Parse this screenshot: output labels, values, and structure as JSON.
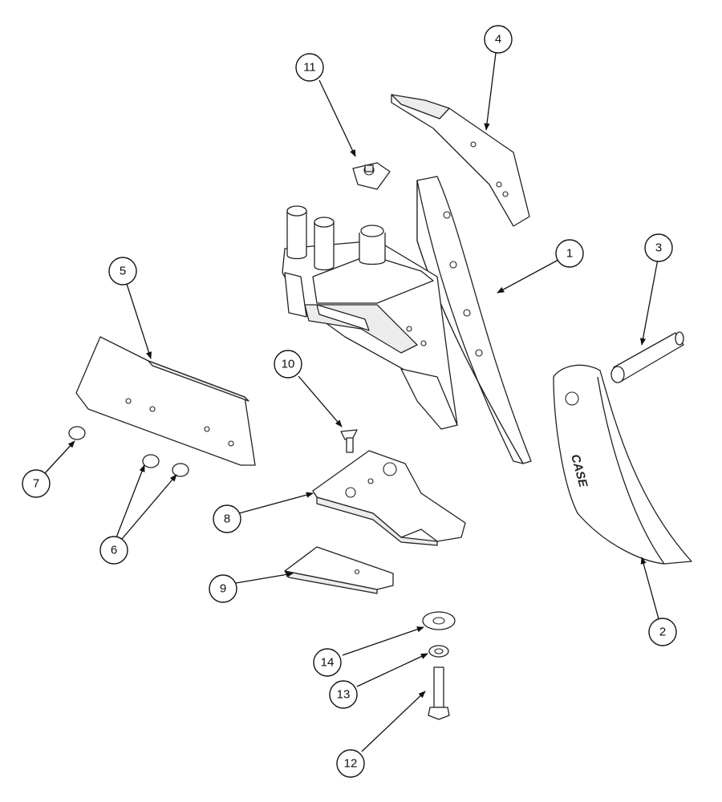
{
  "diagram": {
    "callouts": [
      {
        "id": "1",
        "label": "1"
      },
      {
        "id": "2",
        "label": "2"
      },
      {
        "id": "3",
        "label": "3"
      },
      {
        "id": "4",
        "label": "4"
      },
      {
        "id": "5",
        "label": "5"
      },
      {
        "id": "6",
        "label": "6"
      },
      {
        "id": "7",
        "label": "7"
      },
      {
        "id": "8",
        "label": "8"
      },
      {
        "id": "9",
        "label": "9"
      },
      {
        "id": "10",
        "label": "10"
      },
      {
        "id": "11",
        "label": "11"
      },
      {
        "id": "12",
        "label": "12"
      },
      {
        "id": "13",
        "label": "13"
      },
      {
        "id": "14",
        "label": "14"
      }
    ],
    "shank_brand": "CASE"
  }
}
